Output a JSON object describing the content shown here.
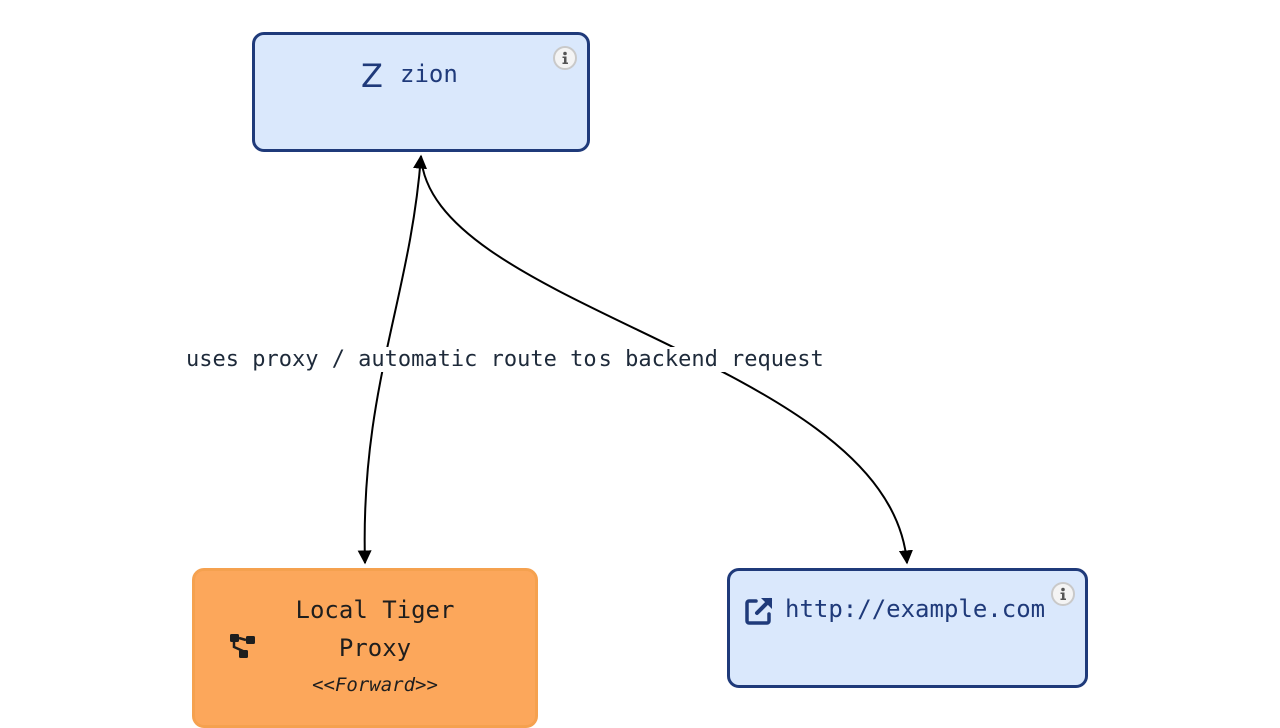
{
  "nodes": {
    "zion": {
      "icon_letter": "Z",
      "label": "zion"
    },
    "proxy": {
      "line1": "Local Tiger",
      "line2": "Proxy",
      "stereotype": "<<Forward>>"
    },
    "external": {
      "label": "http://example.com"
    }
  },
  "edges": {
    "label_part1": "uses proxy / automatic route to",
    "label_part2": "s backend request"
  },
  "colors": {
    "node_fill": "#dae8fc",
    "node_border": "#1f3a7a",
    "proxy_fill": "#fca75b",
    "proxy_border": "#f5a14f"
  },
  "icons": {
    "zion": "letter-z-icon",
    "proxy": "network-tree-icon",
    "external": "external-link-icon",
    "info": "info-icon"
  }
}
